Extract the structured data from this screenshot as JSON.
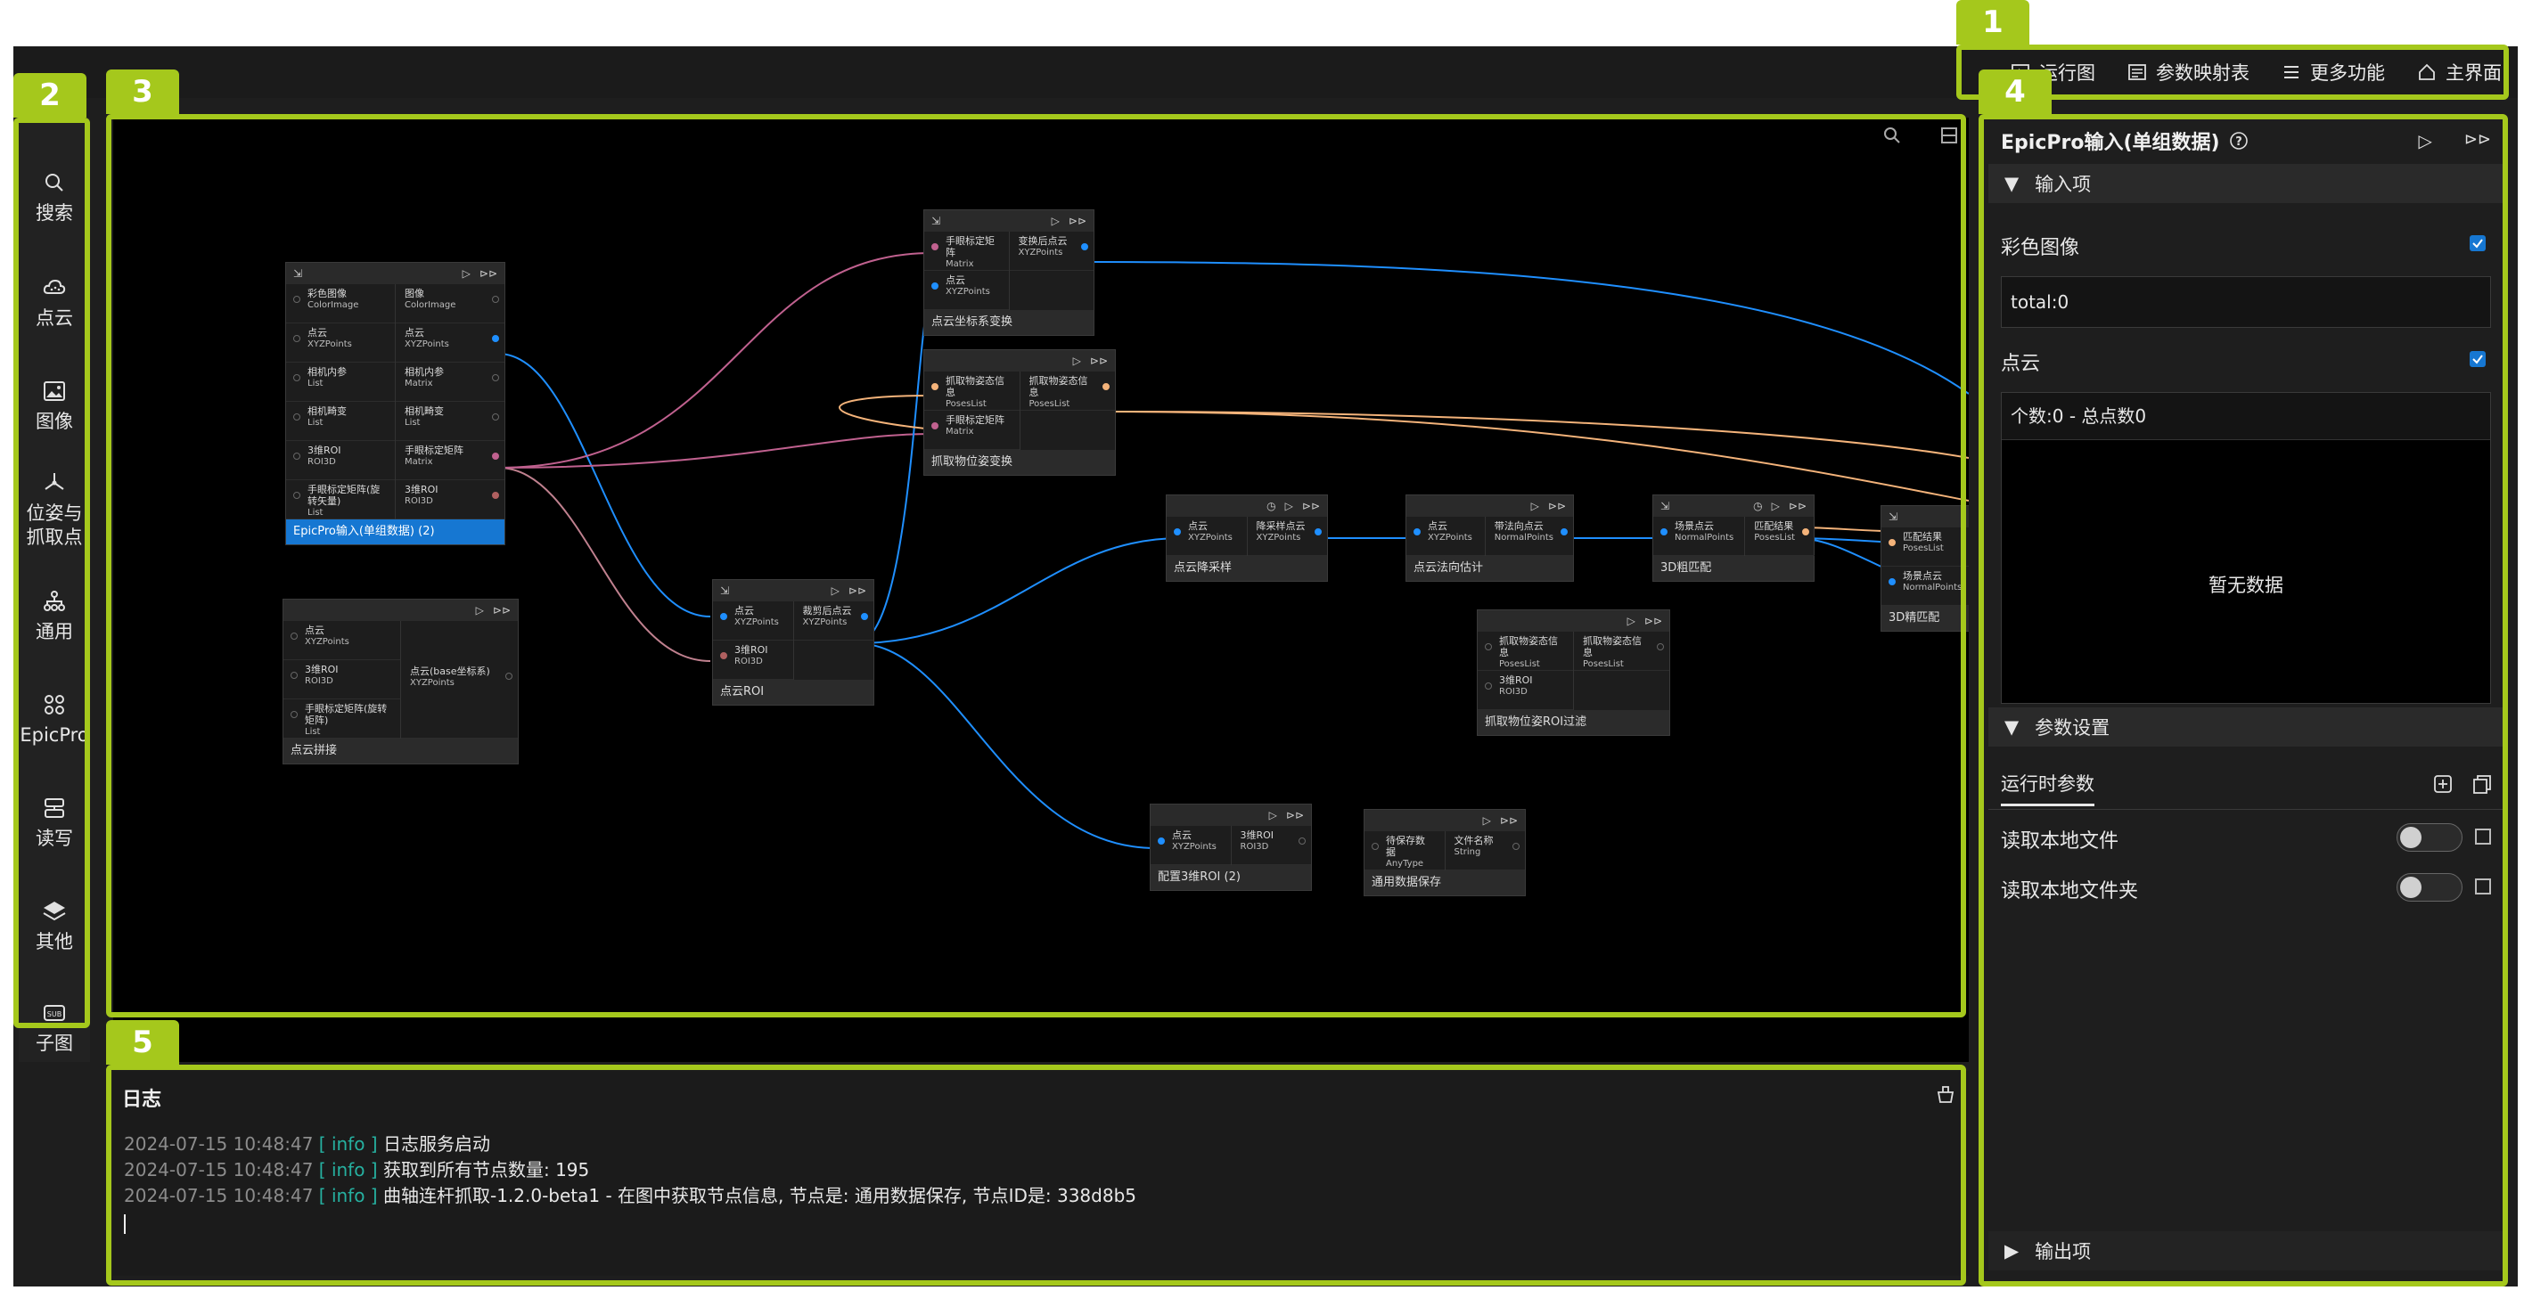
{
  "topbar": {
    "actions": [
      {
        "label": "运行图",
        "icon": "play-square-icon"
      },
      {
        "label": "参数映射表",
        "icon": "table-icon"
      },
      {
        "label": "更多功能",
        "icon": "menu-icon"
      },
      {
        "label": "主界面",
        "icon": "home-icon"
      }
    ]
  },
  "sidebar": {
    "items": [
      {
        "label": "搜索",
        "icon": "search-icon"
      },
      {
        "label": "点云",
        "icon": "cloud-icon"
      },
      {
        "label": "图像",
        "icon": "image-icon"
      },
      {
        "label": "位姿与\n抓取点",
        "icon": "pose-icon"
      },
      {
        "label": "通用",
        "icon": "hierarchy-icon"
      },
      {
        "label": "EpicPro",
        "icon": "apps-icon"
      },
      {
        "label": "读写",
        "icon": "read-write-icon"
      },
      {
        "label": "其他",
        "icon": "layers-icon"
      },
      {
        "label": "子图",
        "icon": "sub-graph-icon"
      }
    ]
  },
  "nodes": {
    "epicpro_input": {
      "in": [
        {
          "cn": "彩色图像",
          "en": "ColorImage"
        },
        {
          "cn": "点云",
          "en": "XYZPoints"
        },
        {
          "cn": "相机内参",
          "en": "List"
        },
        {
          "cn": "相机畸变",
          "en": "List"
        },
        {
          "cn": "3维ROI",
          "en": "ROI3D"
        },
        {
          "cn": "手眼标定矩阵(旋转矢量)",
          "en": "List"
        }
      ],
      "out": [
        {
          "cn": "图像",
          "en": "ColorImage"
        },
        {
          "cn": "点云",
          "en": "XYZPoints"
        },
        {
          "cn": "相机内参",
          "en": "Matrix"
        },
        {
          "cn": "相机畸变",
          "en": "List"
        },
        {
          "cn": "手眼标定矩阵",
          "en": "Matrix"
        },
        {
          "cn": "3维ROI",
          "en": "ROI3D"
        }
      ],
      "title": "EpicPro输入(单组数据) (2)"
    },
    "cloud_stitch": {
      "in": [
        {
          "cn": "点云",
          "en": "XYZPoints"
        },
        {
          "cn": "3维ROI",
          "en": "ROI3D"
        },
        {
          "cn": "手眼标定矩阵(旋转矩阵)",
          "en": "List"
        }
      ],
      "out": [
        {
          "cn": "点云(base坐标系)",
          "en": "XYZPoints"
        }
      ],
      "title": "点云拼接"
    },
    "cloud_transform": {
      "in": [
        {
          "cn": "手眼标定矩阵",
          "en": "Matrix"
        },
        {
          "cn": "点云",
          "en": "XYZPoints"
        }
      ],
      "out": [
        {
          "cn": "变换后点云",
          "en": "XYZPoints"
        }
      ],
      "title": "点云坐标系变换"
    },
    "grasp_transform": {
      "in": [
        {
          "cn": "抓取物姿态信息",
          "en": "PosesList"
        },
        {
          "cn": "手眼标定矩阵",
          "en": "Matrix"
        }
      ],
      "out": [
        {
          "cn": "抓取物姿态信息",
          "en": "PosesList"
        }
      ],
      "title": "抓取物位姿变换"
    },
    "cloud_roi": {
      "in": [
        {
          "cn": "点云",
          "en": "XYZPoints"
        },
        {
          "cn": "3维ROI",
          "en": "ROI3D"
        }
      ],
      "out": [
        {
          "cn": "裁剪后点云",
          "en": "XYZPoints"
        }
      ],
      "title": "点云ROI"
    },
    "downsample": {
      "in": [
        {
          "cn": "点云",
          "en": "XYZPoints"
        }
      ],
      "out": [
        {
          "cn": "降采样点云",
          "en": "XYZPoints"
        }
      ],
      "title": "点云降采样"
    },
    "normal_est": {
      "in": [
        {
          "cn": "点云",
          "en": "XYZPoints"
        }
      ],
      "out": [
        {
          "cn": "带法向点云",
          "en": "NormalPoints"
        }
      ],
      "title": "点云法向估计"
    },
    "coarse_match": {
      "in": [
        {
          "cn": "场景点云",
          "en": "NormalPoints"
        }
      ],
      "out": [
        {
          "cn": "匹配结果",
          "en": "PosesList"
        }
      ],
      "title": "3D粗匹配"
    },
    "fine_match": {
      "in": [
        {
          "cn": "匹配结果",
          "en": "PosesList"
        },
        {
          "cn": "场景点云",
          "en": "NormalPoints"
        }
      ],
      "out": [
        {
          "cn": "匹",
          "en": "Po"
        }
      ],
      "title": "3D精匹配"
    },
    "roi_filter": {
      "in": [
        {
          "cn": "抓取物姿态信息",
          "en": "PosesList"
        },
        {
          "cn": "3维ROI",
          "en": "ROI3D"
        }
      ],
      "out": [
        {
          "cn": "抓取物姿态信息",
          "en": "PosesList"
        }
      ],
      "title": "抓取物位姿ROI过滤"
    },
    "config_roi": {
      "in": [
        {
          "cn": "点云",
          "en": "XYZPoints"
        }
      ],
      "out": [
        {
          "cn": "3维ROI",
          "en": "ROI3D"
        }
      ],
      "title": "配置3维ROI (2)"
    },
    "save_data": {
      "in": [
        {
          "cn": "待保存数据",
          "en": "AnyType"
        }
      ],
      "out": [
        {
          "cn": "文件名称",
          "en": "String"
        }
      ],
      "title": "通用数据保存"
    }
  },
  "rightPanel": {
    "title": "EpicPro输入(单组数据)",
    "inputSection": "输入项",
    "colorImageLabel": "彩色图像",
    "colorImageValue": "total:0",
    "pointCloudLabel": "点云",
    "pointCloudSummary": "个数:0 - 总点数0",
    "emptyText": "暂无数据",
    "paramSection": "参数设置",
    "runtimeTab": "运行时参数",
    "readFileLabel": "读取本地文件",
    "readFolderLabel": "读取本地文件夹",
    "outputSection": "输出项"
  },
  "log": {
    "title": "日志",
    "lines": [
      {
        "ts": "2024-07-15 10:48:47",
        "level": "[ info ]",
        "msg": "日志服务启动"
      },
      {
        "ts": "2024-07-15 10:48:47",
        "level": "[ info ]",
        "msg": "获取到所有节点数量: 195"
      },
      {
        "ts": "2024-07-15 10:48:47",
        "level": "[ info ]",
        "msg": "曲轴连杆抓取-1.2.0-beta1 - 在图中获取节点信息, 节点是: 通用数据保存, 节点ID是: 338d8b5"
      }
    ]
  },
  "callouts": [
    "1",
    "2",
    "3",
    "4",
    "5"
  ],
  "colors": {
    "accent": "#a5c81c",
    "selected": "#1677d2",
    "wireBlue": "#1f8fff",
    "wirePink": "#c0618f",
    "wireOrange": "#f4b37a"
  }
}
